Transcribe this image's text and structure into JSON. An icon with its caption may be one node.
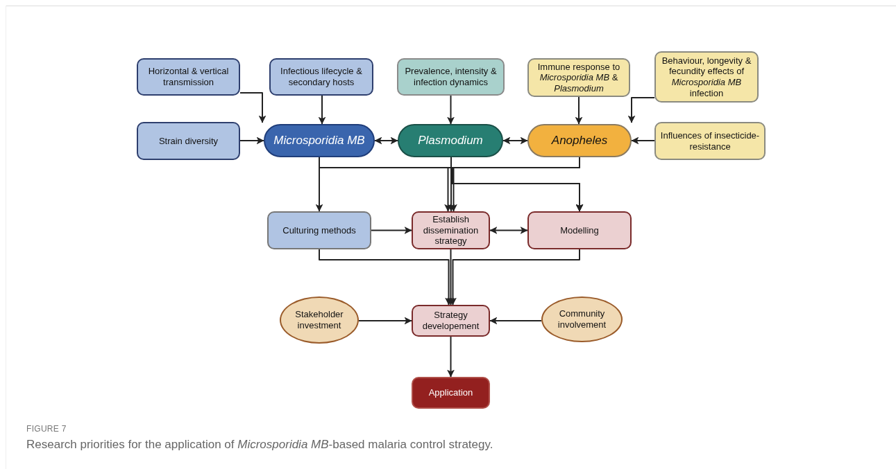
{
  "diagram": {
    "caption": "Research priorities for the application of *Microsporidia MB*-based malaria control strategy.",
    "nodes": [
      {
        "text": [
          "Horizontal & vertical transmission"
        ]
      },
      {
        "text": [
          "Infectious lifecycle & secondary hosts"
        ]
      },
      {
        "text": [
          "Prevalence, intensity & infection dynamics"
        ]
      },
      {
        "text": [
          "Immune response to *Microsporidia MB* & *Plasmodium*"
        ]
      },
      {
        "text": [
          "Behaviour, longevity & fecundity effects of *Microsporidia MB* infection"
        ]
      },
      {
        "text": [
          "Strain diversity"
        ]
      },
      {
        "text": [
          "Microsporidia MB"
        ]
      },
      {
        "text": [
          "Plasmodium"
        ]
      },
      {
        "text": [
          "Anopheles"
        ]
      },
      {
        "text": [
          "Influences of insecticide-resistance"
        ]
      },
      {
        "text": [
          "Culturing methods"
        ]
      },
      {
        "text": [
          "Establish dissemination strategy"
        ]
      },
      {
        "text": [
          "Modelling"
        ]
      },
      {
        "text": [
          "Stakeholder investment"
        ]
      },
      {
        "text": [
          "Strategy developement"
        ]
      },
      {
        "text": [
          "Community involvement"
        ]
      },
      {
        "text": [
          "Application"
        ]
      }
    ],
    "edges": [
      {
        "from": 0,
        "to": 6,
        "arrow": "to"
      },
      {
        "from": 1,
        "to": 6,
        "arrow": "to"
      },
      {
        "from": 5,
        "to": 6,
        "arrow": "to"
      },
      {
        "from": 2,
        "to": 7,
        "arrow": "to"
      },
      {
        "from": 3,
        "to": 8,
        "arrow": "to"
      },
      {
        "from": 4,
        "to": 8,
        "arrow": "to"
      },
      {
        "from": 9,
        "to": 8,
        "arrow": "to"
      },
      {
        "from": 6,
        "to": 7,
        "arrow": "both"
      },
      {
        "from": 7,
        "to": 8,
        "arrow": "both"
      },
      {
        "from": 6,
        "to": 10,
        "arrow": "to"
      },
      {
        "from": 6,
        "to": 11,
        "arrow": "to"
      },
      {
        "from": 7,
        "to": 11,
        "arrow": "to"
      },
      {
        "from": 8,
        "to": 11,
        "arrow": "to"
      },
      {
        "from": 6,
        "to": 12,
        "arrow": "to"
      },
      {
        "from": 7,
        "to": 12,
        "arrow": "to"
      },
      {
        "from": 8,
        "to": 12,
        "arrow": "to"
      },
      {
        "from": 10,
        "to": 11,
        "arrow": "to"
      },
      {
        "from": 11,
        "to": 12,
        "arrow": "both"
      },
      {
        "from": 10,
        "to": 14,
        "arrow": "to"
      },
      {
        "from": 11,
        "to": 14,
        "arrow": "to"
      },
      {
        "from": 12,
        "to": 14,
        "arrow": "to"
      },
      {
        "from": 13,
        "to": 14,
        "arrow": "to"
      },
      {
        "from": 15,
        "to": 14,
        "arrow": "to"
      },
      {
        "from": 14,
        "to": 16,
        "arrow": "to"
      }
    ],
    "labels": [
      "FIGURE 7"
    ]
  }
}
